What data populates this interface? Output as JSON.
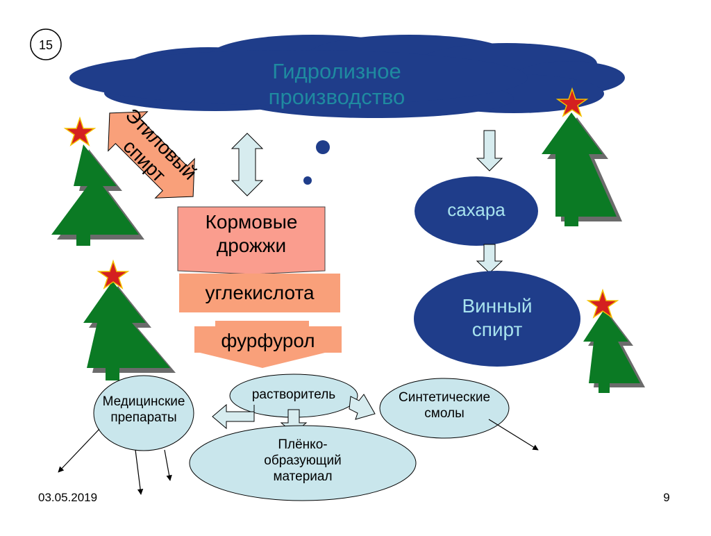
{
  "slide": {
    "number_badge": "15",
    "date": "03.05.2019",
    "page_number": "9"
  },
  "nodes": {
    "source": "Гидролизное производство",
    "ethyl_alcohol": "Этиловый спирт",
    "fodder_yeast": "Кормовые дрожжи",
    "carbon_dioxide": "углекислота",
    "furfural": "фурфурол",
    "sugars": "сахара",
    "wine_alcohol": "Винный спирт",
    "solvent": "растворитель",
    "medicines": "Медицинские препараты",
    "synthetic_resins": "Синтетические смолы",
    "film_forming": "Плёнко-образующий материал"
  },
  "colors": {
    "cloud_fill": "#1f3d8a",
    "cloud_text": "#1f8aa0",
    "orange_fill": "#f9a07a",
    "pink_fill": "#fa9d8e",
    "arrow_fill": "#d7ecef",
    "ellipse_light": "#c9e6ec",
    "ellipse_dark": "#1f3d8a",
    "ellipse_dark_text": "#a8e3ee",
    "tree_green": "#0b7a24",
    "star_red": "#d42020"
  }
}
